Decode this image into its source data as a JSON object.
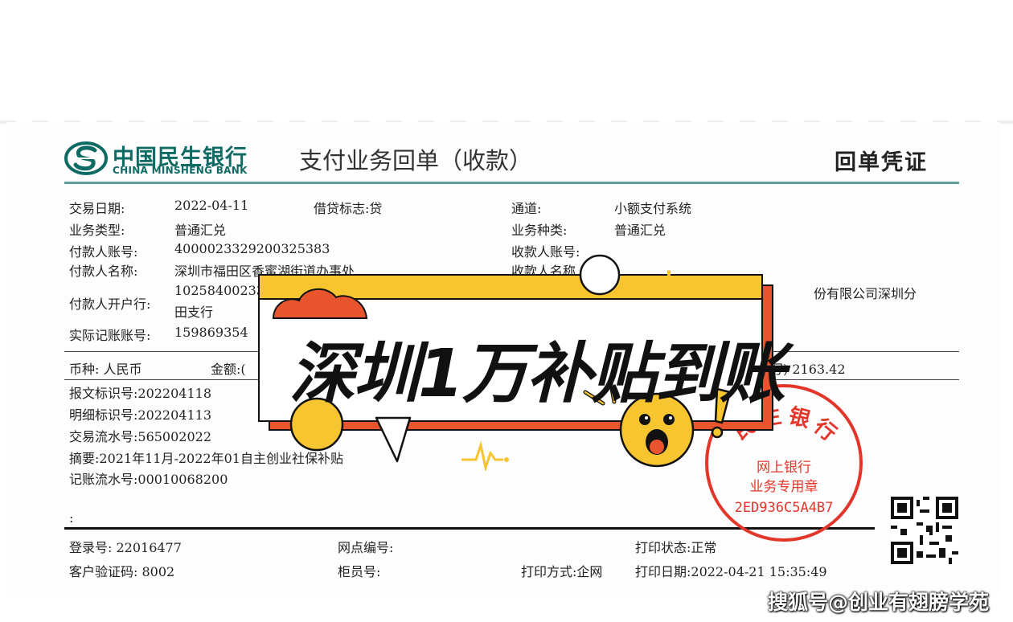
{
  "header": {
    "bank_name_cn": "中国民生银行",
    "bank_name_en": "CHINA MINSHENG BANK",
    "doc_title": "支付业务回单（收款）",
    "voucher_label": "回单凭证"
  },
  "fields": {
    "trade_date_label": "交易日期:",
    "trade_date": "2022-04-11",
    "debit_credit": "借贷标志:贷",
    "channel_label": "通道:",
    "channel": "小额支付系统",
    "biz_type_label": "业务类型:",
    "biz_type": "普通汇兑",
    "biz_kind_label": "业务种类:",
    "biz_kind": "普通汇兑",
    "payer_acct_label": "付款人账号:",
    "payer_acct": "4000023329200325383",
    "payee_acct_label": "收款人账号:",
    "payer_name_label": "付款人名称:",
    "payer_name": "深圳市福田区香蜜湖街道办事处",
    "payee_name_label": "收款人名称",
    "payer_bank_label": "付款人开户行:",
    "payer_bank_line1": "10258400233",
    "payer_bank_line2": "田支行",
    "payee_bank_fragment": "份有限公司深圳分",
    "real_acct_label": "实际记账账号:",
    "real_acct": "159869354",
    "currency": "币种: 人民币",
    "amount_label": "金额:(",
    "amount_tail": "写) 2163.42",
    "msg_id": "报文标识号:202204118",
    "detail_id": "明细标识号:202204113",
    "trade_serial": "交易流水号:565002022",
    "summary": "摘要:2021年11月-2022年01自主创业社保补贴",
    "book_serial": "记账流水号:00010068200",
    "colon_mark": ":"
  },
  "footer": {
    "login_no": "登录号: 22016477",
    "branch_no": "网点编号:",
    "print_status": "打印状态:正常",
    "verify_code": "客户验证码: 8002",
    "teller_no": "柜员号:",
    "print_method": "打印方式:企网",
    "print_date": "打印日期:2022-04-21 15:35:49"
  },
  "overlay": {
    "headline": "深圳1万补贴到账"
  },
  "stamp": {
    "arc_text": "民生银行",
    "line1": "网上银行",
    "line2": "业务专用章",
    "code": "2ED936C5A4B7"
  },
  "watermark": "搜狐号@创业有翅膀学苑",
  "colors": {
    "bank_green": "#0e6b63",
    "stamp_red": "#e2362b",
    "banner_orange": "#e8542e",
    "banner_yellow": "#f7c530"
  }
}
